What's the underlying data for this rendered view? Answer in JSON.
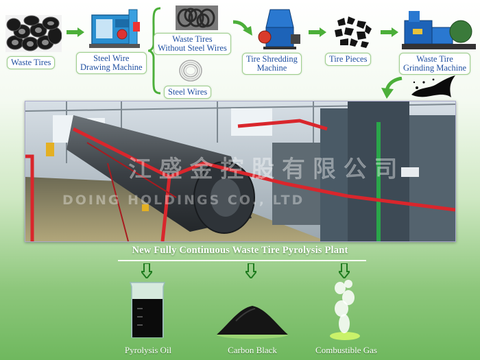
{
  "flow": {
    "waste_tires": "Waste Tires",
    "steel_wire_machine_l1": "Steel Wire",
    "steel_wire_machine_l2": "Drawing Machine",
    "no_wire_tires_l1": "Waste Tires",
    "no_wire_tires_l2": "Without Steel Wires",
    "steel_wires": "Steel Wires",
    "shredding_l1": "Tire Shredding",
    "shredding_l2": "Machine",
    "tire_pieces": "Tire Pieces",
    "grinding_l1": "Waste Tire",
    "grinding_l2": "Grinding Machine"
  },
  "plant": {
    "title": "New Fully Continuous Waste Tire Pyrolysis Plant",
    "watermark_cn": "江 盛 金 控 股 有 限 公 司",
    "watermark_en": "DOING  HOLDINGS  CO., LTD"
  },
  "outputs": {
    "oil": "Pyrolysis Oil",
    "carbon": "Carbon Black",
    "gas": "Combustible Gas"
  },
  "colors": {
    "label_text": "#1f4fa0",
    "arrow_green": "#4caf3a",
    "background_green": "#8ec77c"
  }
}
